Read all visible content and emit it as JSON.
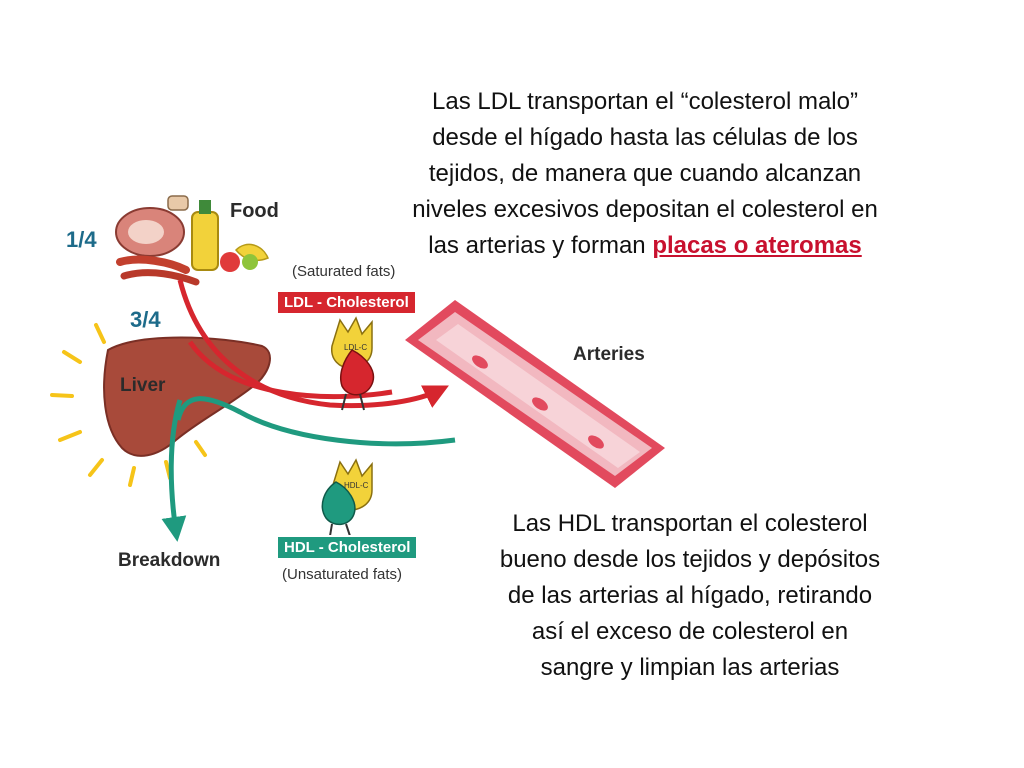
{
  "ldl_paragraph": {
    "line1": "Las LDL transportan el “colesterol malo”",
    "line2": "desde el hígado hasta las células de los",
    "line3": "tejidos, de manera que cuando alcanzan",
    "line4": "niveles excesivos depositan el colesterol en",
    "line5_prefix": "las arterias y forman ",
    "line5_emphasis": "placas o ateromas"
  },
  "hdl_paragraph": {
    "lines": [
      "Las HDL transportan el colesterol",
      "bueno desde los tejidos y depósitos",
      "de las arterias al hígado, retirando",
      "así el exceso de colesterol en",
      "sangre y limpian las arterias"
    ]
  },
  "diagram": {
    "food_label": "Food",
    "saturated_label": "(Saturated fats)",
    "unsaturated_label": "(Unsaturated fats)",
    "ldl_box": "LDL - Cholesterol",
    "hdl_box": "HDL - Cholesterol",
    "fraction_food": "1/4",
    "fraction_liver": "3/4",
    "liver_label": "Liver",
    "arteries_label": "Arteries",
    "breakdown_label": "Breakdown",
    "ldl_char_text": "LDL-C",
    "hdl_char_text": "HDL-C"
  },
  "colors": {
    "ldl_red": "#d6262e",
    "hdl_green": "#1f9a7f",
    "emphasis_red": "#c8102e",
    "liver_brown": "#a84a3a",
    "artery_pink": "#f2b8c0"
  }
}
